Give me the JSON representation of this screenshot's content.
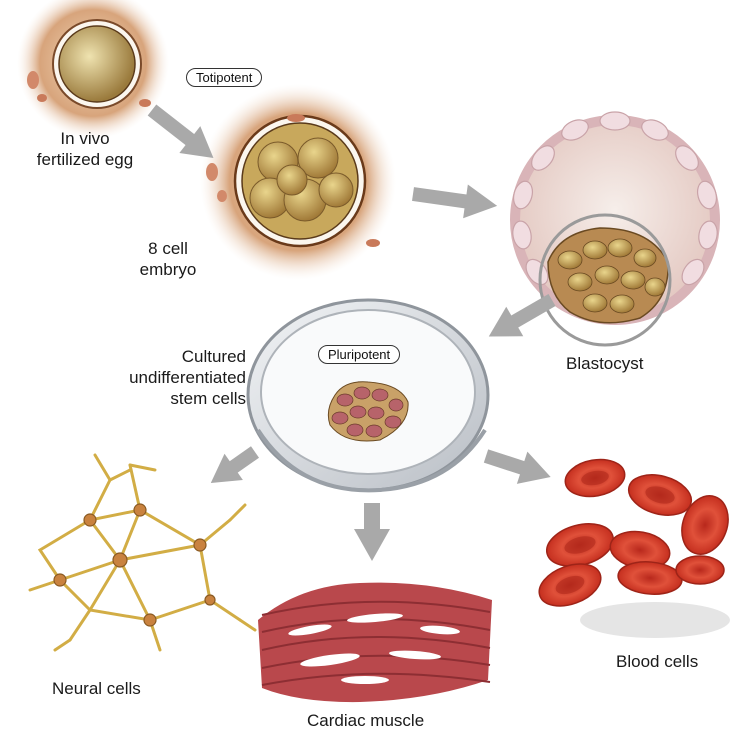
{
  "labels": {
    "totipotent": "Totipotent",
    "fertilized_egg_line1": "In vivo",
    "fertilized_egg_line2": "fertilized egg",
    "embryo_line1": "8 cell",
    "embryo_line2": "embryo",
    "blastocyst": "Blastocyst",
    "cultured_line1": "Cultured",
    "cultured_line2": "undifferentiated",
    "cultured_line3": "stem cells",
    "pluripotent": "Pluripotent",
    "neural": "Neural cells",
    "cardiac": "Cardiac muscle",
    "blood": "Blood cells"
  },
  "colors": {
    "arrow": "#a9a9a9",
    "egg_outer": "#c9825a",
    "egg_inner": "#d9b56a",
    "blastocyst_wall": "#e8c9cc",
    "blastocyst_fill": "#f1e2df",
    "inner_cell_mass": "#b88a52",
    "neural": "#d6b24a",
    "cardiac": "#b5454a",
    "blood": "#d8402c",
    "dish": "#cfd3d8"
  }
}
